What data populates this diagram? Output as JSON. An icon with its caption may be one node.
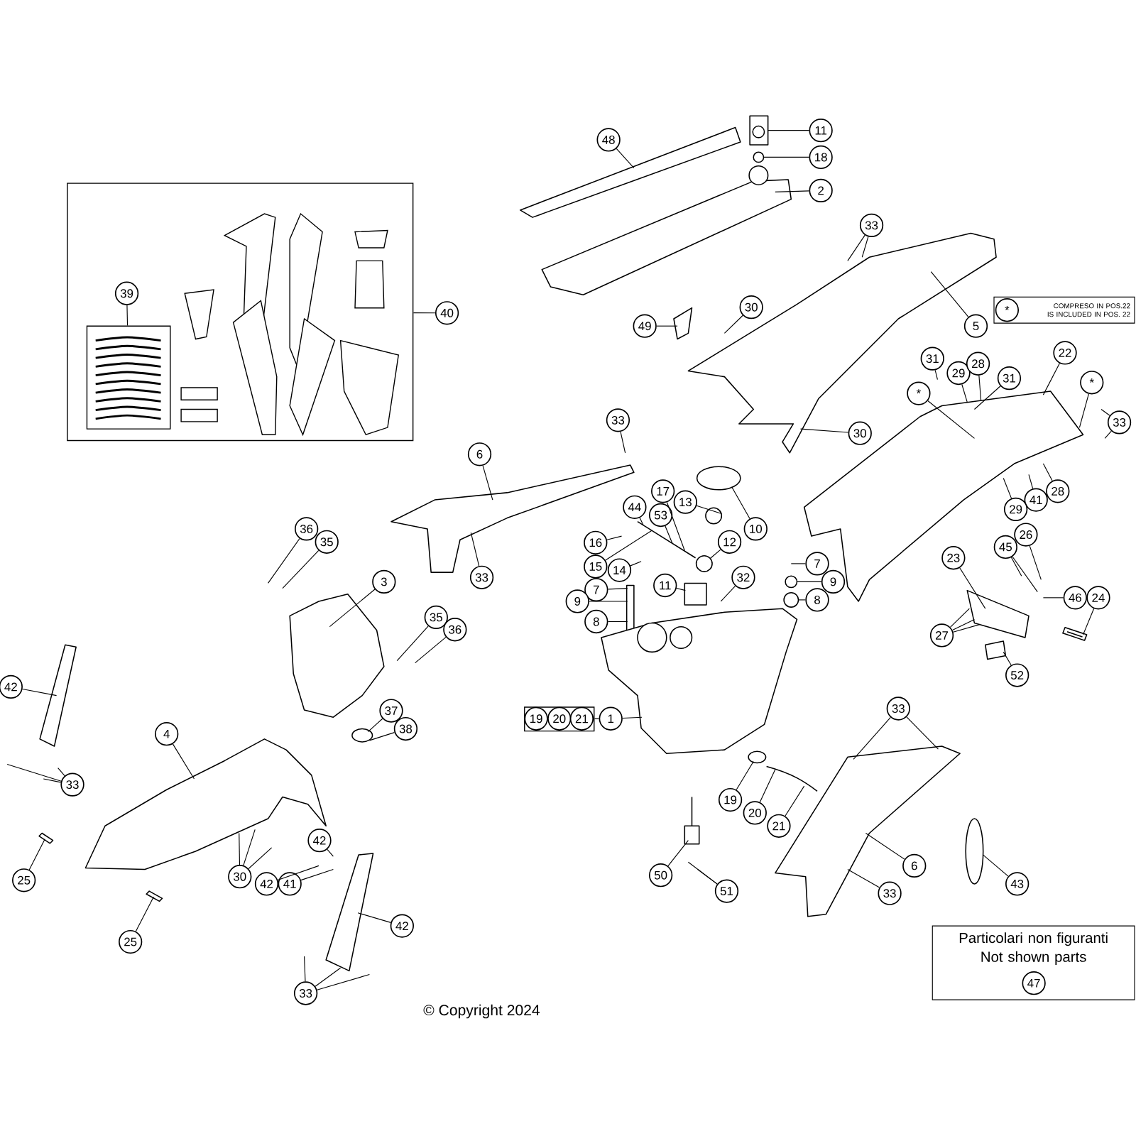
{
  "diagram": {
    "nodes": [
      {
        "text": [],
        "shape": "box"
      },
      {
        "text": [
          "39"
        ],
        "in": 0
      },
      {
        "text": [],
        "shape": "box",
        "in": 0
      },
      {
        "text": [
          "40"
        ]
      },
      {
        "text": [
          "48"
        ]
      },
      {
        "text": [
          "11"
        ]
      },
      {
        "text": [
          "18"
        ]
      },
      {
        "text": [
          "2"
        ]
      },
      {
        "text": [
          "33"
        ]
      },
      {
        "text": [
          "30"
        ]
      },
      {
        "text": [
          "49"
        ]
      },
      {
        "text": [
          "5"
        ]
      },
      {
        "text": [
          "COMPRESO IN POS.22",
          "IS INCLUDED IN POS. 22"
        ]
      },
      {
        "text": [
          "*"
        ],
        "in": 12
      },
      {
        "text": [
          "31"
        ]
      },
      {
        "text": [
          "29"
        ]
      },
      {
        "text": [
          "28"
        ]
      },
      {
        "text": [
          "31"
        ]
      },
      {
        "text": [
          "22"
        ]
      },
      {
        "text": [
          "*"
        ]
      },
      {
        "text": [
          "*"
        ]
      },
      {
        "text": [
          "33"
        ]
      },
      {
        "text": [
          "30"
        ]
      },
      {
        "text": [
          "33"
        ]
      },
      {
        "text": [
          "6"
        ]
      },
      {
        "text": [
          "17"
        ]
      },
      {
        "text": [
          "13"
        ]
      },
      {
        "text": [
          "44"
        ]
      },
      {
        "text": [
          "53"
        ]
      },
      {
        "text": [
          "10"
        ]
      },
      {
        "text": [
          "41"
        ]
      },
      {
        "text": [
          "28"
        ]
      },
      {
        "text": [
          "29"
        ]
      },
      {
        "text": [
          "36"
        ]
      },
      {
        "text": [
          "35"
        ]
      },
      {
        "text": [
          "16"
        ]
      },
      {
        "text": [
          "12"
        ]
      },
      {
        "text": [
          "26"
        ]
      },
      {
        "text": [
          "45"
        ]
      },
      {
        "text": [
          "23"
        ]
      },
      {
        "text": [
          "7"
        ]
      },
      {
        "text": [
          "14"
        ]
      },
      {
        "text": [
          "15"
        ]
      },
      {
        "text": [
          "33"
        ]
      },
      {
        "text": [
          "32"
        ]
      },
      {
        "text": [
          "3"
        ]
      },
      {
        "text": [
          "9"
        ]
      },
      {
        "text": [
          "11"
        ]
      },
      {
        "text": [
          "7"
        ]
      },
      {
        "text": [
          "46"
        ]
      },
      {
        "text": [
          "24"
        ]
      },
      {
        "text": [
          "9"
        ]
      },
      {
        "text": [
          "8"
        ]
      },
      {
        "text": [
          "35"
        ]
      },
      {
        "text": [
          "8"
        ]
      },
      {
        "text": [
          "36"
        ]
      },
      {
        "text": [
          "27"
        ]
      },
      {
        "text": [
          "52"
        ]
      },
      {
        "text": [
          "42"
        ]
      },
      {
        "text": [
          "33"
        ]
      },
      {
        "text": [
          "37"
        ]
      },
      {
        "text": [],
        "shape": "box"
      },
      {
        "text": [
          "19"
        ],
        "in": 61
      },
      {
        "text": [
          "20"
        ],
        "in": 61
      },
      {
        "text": [
          "21"
        ],
        "in": 61
      },
      {
        "text": [
          "1"
        ]
      },
      {
        "text": [
          "38"
        ]
      },
      {
        "text": [
          "4"
        ]
      },
      {
        "text": [
          "33"
        ]
      },
      {
        "text": [
          "19"
        ]
      },
      {
        "text": [
          "20"
        ]
      },
      {
        "text": [
          "21"
        ]
      },
      {
        "text": [
          "42"
        ]
      },
      {
        "text": [
          "6"
        ]
      },
      {
        "text": [
          "50"
        ]
      },
      {
        "text": [
          "30"
        ]
      },
      {
        "text": [
          "25"
        ]
      },
      {
        "text": [
          "43"
        ]
      },
      {
        "text": [
          "42"
        ]
      },
      {
        "text": [
          "41"
        ]
      },
      {
        "text": [
          "51"
        ]
      },
      {
        "text": [
          "33"
        ]
      },
      {
        "text": [
          "42"
        ]
      },
      {
        "text": [
          "Particolari non figuranti",
          "Not shown parts"
        ]
      },
      {
        "text": [
          "47"
        ],
        "in": 83
      },
      {
        "text": [
          "25"
        ]
      },
      {
        "text": [
          "33"
        ]
      },
      {
        "text": [],
        "shape": "picture"
      },
      {
        "text": [],
        "shape": "picture"
      },
      {
        "text": [],
        "shape": "circle"
      },
      {
        "text": [],
        "shape": "picture"
      },
      {
        "text": [],
        "shape": "picture"
      },
      {
        "text": [],
        "shape": "picture"
      },
      {
        "text": [],
        "shape": "picture"
      },
      {
        "text": [],
        "shape": "picture"
      },
      {
        "text": [],
        "shape": "circle"
      },
      {
        "text": [],
        "shape": "picture"
      },
      {
        "text": [],
        "shape": "circle"
      },
      {
        "text": [],
        "shape": "circle"
      },
      {
        "text": [],
        "shape": "picture"
      },
      {
        "text": [],
        "shape": "box"
      },
      {
        "text": [],
        "shape": "box"
      },
      {
        "text": [],
        "shape": "circle"
      },
      {
        "text": [],
        "shape": "circle"
      },
      {
        "text": [],
        "shape": "picture"
      },
      {
        "text": [],
        "shape": "picture"
      },
      {
        "text": [],
        "shape": "picture"
      },
      {
        "text": [],
        "shape": "picture"
      },
      {
        "text": [],
        "shape": "circle"
      },
      {
        "text": [],
        "shape": "picture"
      },
      {
        "text": [],
        "shape": "picture"
      },
      {
        "text": [],
        "shape": "circle"
      },
      {
        "text": [],
        "shape": "picture"
      },
      {
        "text": [],
        "shape": "picture"
      },
      {
        "text": [],
        "shape": "picture"
      },
      {
        "text": [],
        "shape": "picture"
      },
      {
        "text": [],
        "shape": "circle"
      },
      {
        "text": [],
        "shape": "picture"
      },
      {
        "text": [],
        "shape": "picture"
      }
    ],
    "edges": [
      {
        "from": 1,
        "to": 2,
        "arrow": "none"
      },
      {
        "from": 3,
        "to": 0,
        "arrow": "none"
      },
      {
        "from": 4,
        "to": 87,
        "arrow": "none"
      },
      {
        "from": 5,
        "to": 88,
        "arrow": "none"
      },
      {
        "from": 6,
        "to": 89,
        "arrow": "none"
      },
      {
        "from": 7,
        "to": 90,
        "arrow": "none"
      },
      {
        "from": 8,
        "to": 92,
        "arrow": "none"
      },
      {
        "from": 8,
        "to": 92,
        "arrow": "none"
      },
      {
        "from": 9,
        "to": 92,
        "arrow": "none"
      },
      {
        "from": 10,
        "to": 91,
        "arrow": "none"
      },
      {
        "from": 11,
        "to": 92,
        "arrow": "none"
      },
      {
        "from": 14,
        "to": 92,
        "arrow": "none"
      },
      {
        "from": 15,
        "to": 93,
        "arrow": "none"
      },
      {
        "from": 16,
        "to": 93,
        "arrow": "none"
      },
      {
        "from": 17,
        "to": 93,
        "arrow": "none"
      },
      {
        "from": 18,
        "to": 93,
        "arrow": "none"
      },
      {
        "from": 19,
        "to": 93,
        "arrow": "none"
      },
      {
        "from": 20,
        "to": 93,
        "arrow": "none"
      },
      {
        "from": 21,
        "to": null,
        "arrow": "none"
      },
      {
        "from": 21,
        "to": null,
        "arrow": "none"
      },
      {
        "from": 22,
        "to": 92,
        "arrow": "none"
      },
      {
        "from": 23,
        "to": 94,
        "arrow": "none"
      },
      {
        "from": 24,
        "to": 94,
        "arrow": "none"
      },
      {
        "from": 25,
        "to": 96,
        "arrow": "none"
      },
      {
        "from": 26,
        "to": 97,
        "arrow": "none"
      },
      {
        "from": 27,
        "to": 96,
        "arrow": "none"
      },
      {
        "from": 28,
        "to": 96,
        "arrow": "none"
      },
      {
        "from": 29,
        "to": 95,
        "arrow": "none"
      },
      {
        "from": 30,
        "to": 93,
        "arrow": "none"
      },
      {
        "from": 31,
        "to": 93,
        "arrow": "none"
      },
      {
        "from": 32,
        "to": 93,
        "arrow": "none"
      },
      {
        "from": 33,
        "to": 99,
        "arrow": "none"
      },
      {
        "from": 34,
        "to": 99,
        "arrow": "none"
      },
      {
        "from": 35,
        "to": null,
        "arrow": "none"
      },
      {
        "from": 36,
        "to": 98,
        "arrow": "none"
      },
      {
        "from": 37,
        "to": 93,
        "arrow": "none"
      },
      {
        "from": 38,
        "to": 93,
        "arrow": "none"
      },
      {
        "from": 38,
        "to": 93,
        "arrow": "none"
      },
      {
        "from": 39,
        "to": 104,
        "arrow": "none"
      },
      {
        "from": 40,
        "to": 102,
        "arrow": "none"
      },
      {
        "from": 41,
        "to": 96,
        "arrow": "none"
      },
      {
        "from": 42,
        "to": 96,
        "arrow": "none"
      },
      {
        "from": 43,
        "to": 94,
        "arrow": "none"
      },
      {
        "from": 44,
        "to": 109,
        "arrow": "none"
      },
      {
        "from": 45,
        "to": 99,
        "arrow": "none"
      },
      {
        "from": 46,
        "to": 102,
        "arrow": "none"
      },
      {
        "from": 47,
        "to": 101,
        "arrow": "none"
      },
      {
        "from": 48,
        "to": 100,
        "arrow": "none"
      },
      {
        "from": 49,
        "to": 93,
        "arrow": "none"
      },
      {
        "from": 50,
        "to": 105,
        "arrow": "none"
      },
      {
        "from": 51,
        "to": 100,
        "arrow": "none"
      },
      {
        "from": 52,
        "to": 103,
        "arrow": "none"
      },
      {
        "from": 53,
        "to": null,
        "arrow": "none"
      },
      {
        "from": 54,
        "to": 100,
        "arrow": "none"
      },
      {
        "from": 55,
        "to": null,
        "arrow": "none"
      },
      {
        "from": 56,
        "to": 104,
        "arrow": "none"
      },
      {
        "from": 56,
        "to": 104,
        "arrow": "none"
      },
      {
        "from": 56,
        "to": 104,
        "arrow": "none"
      },
      {
        "from": 57,
        "to": 106,
        "arrow": "none"
      },
      {
        "from": 58,
        "to": 107,
        "arrow": "none"
      },
      {
        "from": 59,
        "to": 113,
        "arrow": "none"
      },
      {
        "from": 59,
        "to": 113,
        "arrow": "none"
      },
      {
        "from": 60,
        "to": 108,
        "arrow": "none"
      },
      {
        "from": 65,
        "to": 61,
        "arrow": "none"
      },
      {
        "from": 65,
        "to": 109,
        "arrow": "none"
      },
      {
        "from": 66,
        "to": 108,
        "arrow": "none"
      },
      {
        "from": 67,
        "to": 110,
        "arrow": "none"
      },
      {
        "from": 68,
        "to": null,
        "arrow": "none"
      },
      {
        "from": 68,
        "to": null,
        "arrow": "none"
      },
      {
        "from": 68,
        "to": null,
        "arrow": "none"
      },
      {
        "from": 69,
        "to": 111,
        "arrow": "none"
      },
      {
        "from": 70,
        "to": 112,
        "arrow": "none"
      },
      {
        "from": 71,
        "to": 112,
        "arrow": "none"
      },
      {
        "from": 72,
        "to": 117,
        "arrow": "none"
      },
      {
        "from": 73,
        "to": 113,
        "arrow": "none"
      },
      {
        "from": 74,
        "to": 114,
        "arrow": "none"
      },
      {
        "from": 75,
        "to": 110,
        "arrow": "none"
      },
      {
        "from": 75,
        "to": 110,
        "arrow": "none"
      },
      {
        "from": 75,
        "to": 110,
        "arrow": "none"
      },
      {
        "from": 76,
        "to": 115,
        "arrow": "none"
      },
      {
        "from": 77,
        "to": 116,
        "arrow": "none"
      },
      {
        "from": 78,
        "to": 110,
        "arrow": "none"
      },
      {
        "from": 79,
        "to": 117,
        "arrow": "none"
      },
      {
        "from": 80,
        "to": null,
        "arrow": "none"
      },
      {
        "from": 80,
        "to": null,
        "arrow": "none"
      },
      {
        "from": 81,
        "to": 113,
        "arrow": "none"
      },
      {
        "from": 82,
        "to": 117,
        "arrow": "none"
      },
      {
        "from": 85,
        "to": 118,
        "arrow": "none"
      },
      {
        "from": 86,
        "to": null,
        "arrow": "none"
      },
      {
        "from": 86,
        "to": 117,
        "arrow": "none"
      },
      {
        "from": 86,
        "to": null,
        "arrow": "none"
      }
    ],
    "labels": [
      "© Copyright 2024"
    ]
  }
}
